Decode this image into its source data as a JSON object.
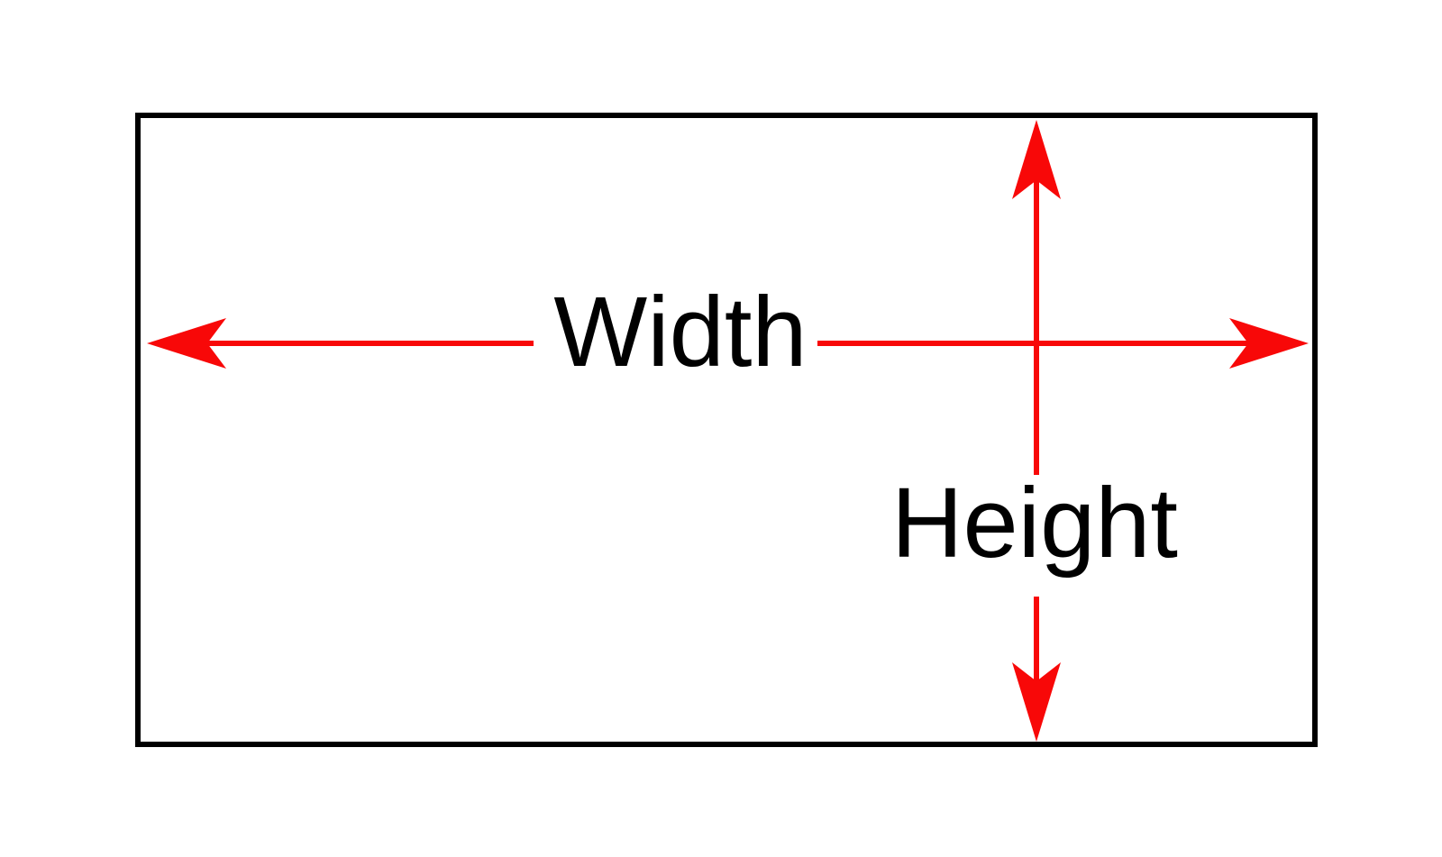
{
  "diagram": {
    "width_label": "Width",
    "height_label": "Height",
    "shapes": {
      "rectangle": "black outlined rectangle",
      "width_arrow": "horizontal red double-headed arrow",
      "height_arrow": "vertical red double-headed arrow"
    },
    "colors": {
      "arrow": "#f80808",
      "outline": "#000000",
      "text": "#000000",
      "background": "#ffffff"
    }
  }
}
